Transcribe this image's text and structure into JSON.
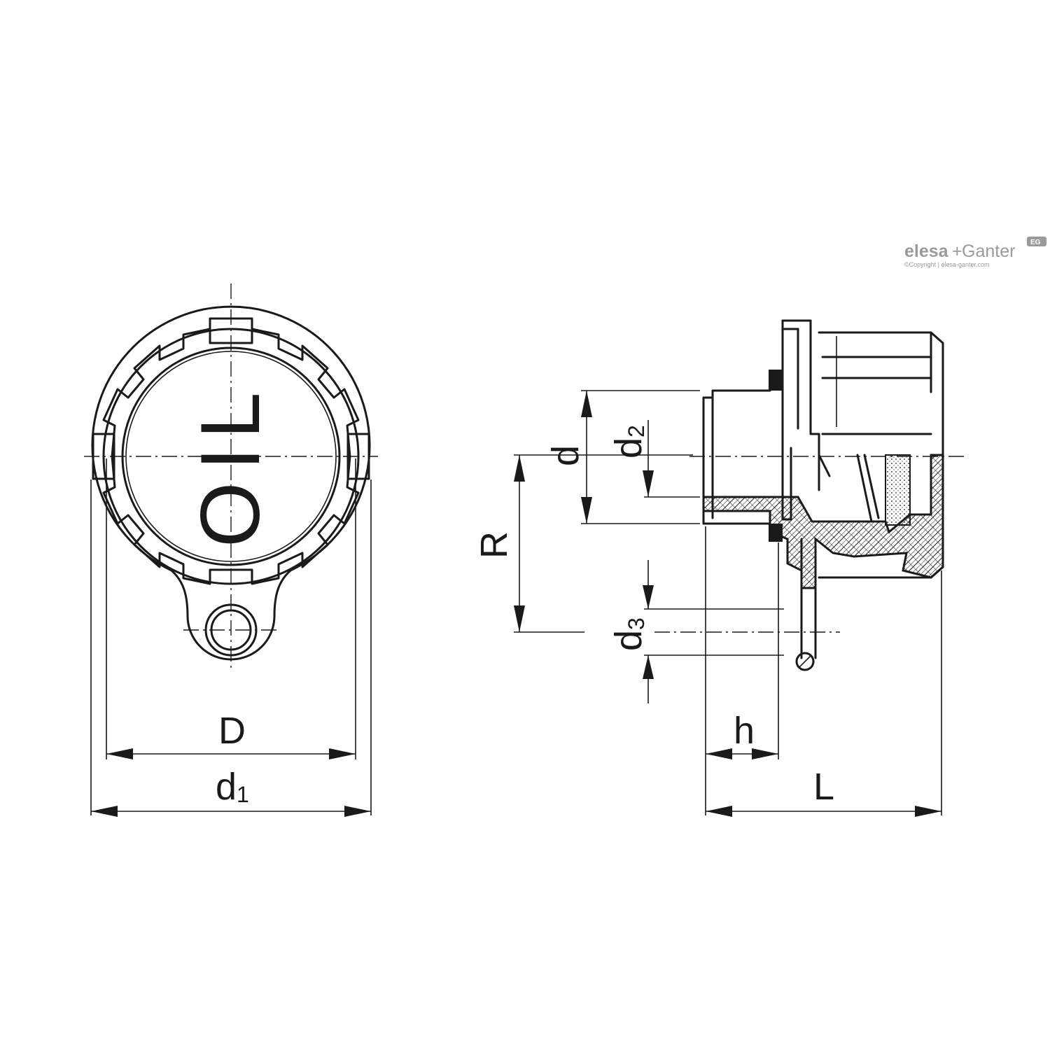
{
  "brand": {
    "name_part1": "elesa",
    "plus": "+",
    "name_part2": "Ganter",
    "badge": "EG",
    "copyright": "©Copyright | elesa-ganter.com"
  },
  "front_view": {
    "cap_symbols": {
      "open": "O",
      "level": "I",
      "closed": "L"
    },
    "dimensions": {
      "D": "D",
      "d1_main": "d",
      "d1_sub": "1"
    }
  },
  "side_view": {
    "dimensions": {
      "d": "d",
      "d2_main": "d",
      "d2_sub": "2",
      "R": "R",
      "d3_main": "d",
      "d3_sub": "3",
      "h": "h",
      "L": "L"
    }
  }
}
